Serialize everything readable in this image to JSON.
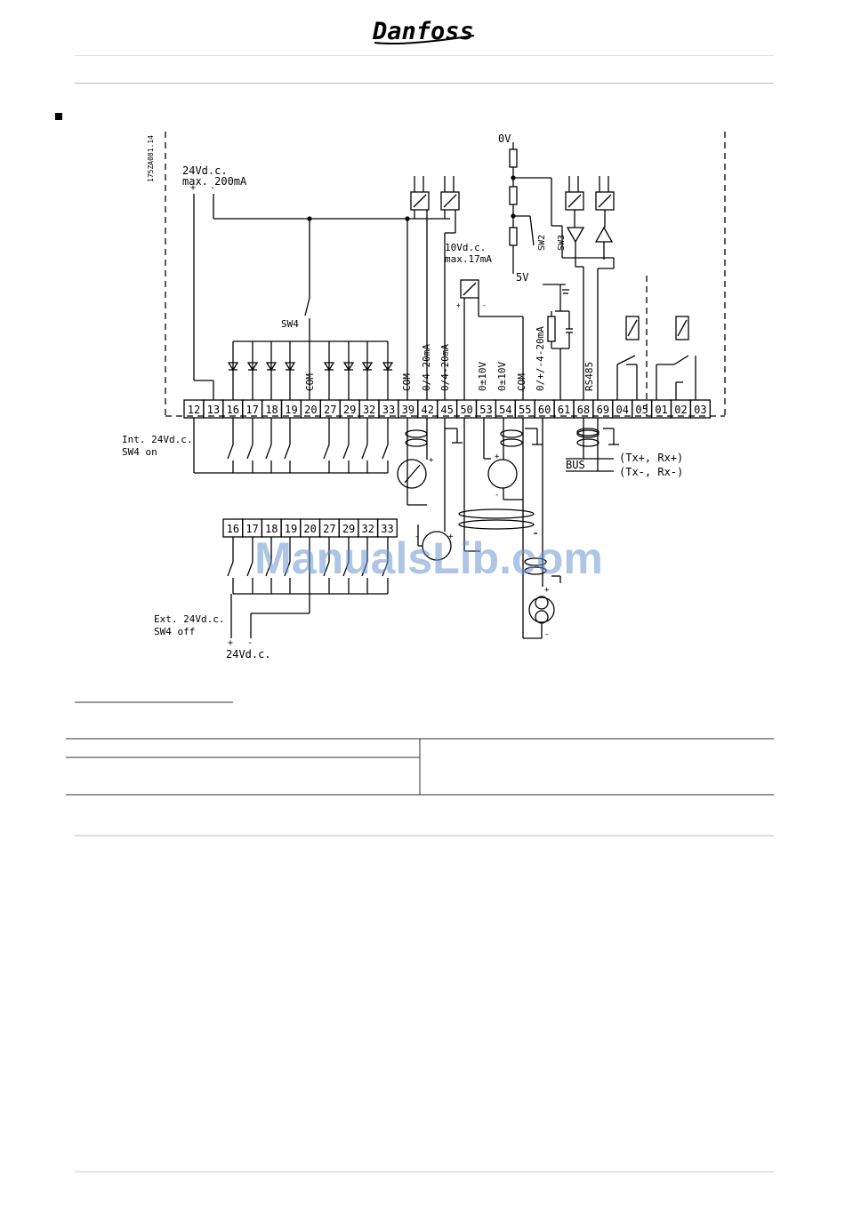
{
  "brand": {
    "logo_text": "Danfoss"
  },
  "figure": {
    "code": "175ZA081.14",
    "supply_int": {
      "label1": "24Vd.c.",
      "label2": "max. 200mA",
      "plus": "+",
      "minus": "-"
    },
    "sw4": "SW4",
    "sw2": "SW2",
    "sw3": "SW3",
    "ov": "0V",
    "v5": "5V",
    "ref10v": {
      "label1": "10Vd.c.",
      "label2": "max.17mA"
    },
    "rotated_labels": [
      "COM",
      "COM",
      "0/4-20mA",
      "0/4-20mA",
      "0±10V",
      "0±10V",
      "COM",
      "0/+/-4-20mA",
      "RS485"
    ],
    "terminals_top": [
      "12",
      "13",
      "16",
      "17",
      "18",
      "19",
      "20",
      "27",
      "29",
      "32",
      "33",
      "39",
      "42",
      "45",
      "50",
      "53",
      "54",
      "55",
      "60",
      "61",
      "68",
      "69",
      "04",
      "05",
      "01",
      "02",
      "03"
    ],
    "terminals_ext": [
      "16",
      "17",
      "18",
      "19",
      "20",
      "27",
      "29",
      "32",
      "33"
    ],
    "int_label1": "Int. 24Vd.c.",
    "int_label2": "SW4  on",
    "ext_label1": "Ext. 24Vd.c.",
    "ext_label2": "SW4  off",
    "ext_supply": "24Vd.c.",
    "bus": "BUS",
    "tx_plus": "(Tx+, Rx+)",
    "tx_minus": "(Tx-, Rx-)"
  },
  "watermark": "ManualsLib.com"
}
